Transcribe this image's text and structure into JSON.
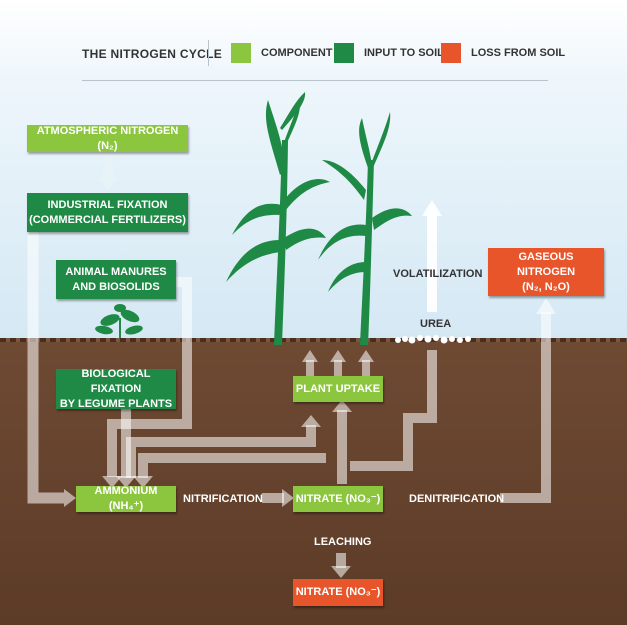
{
  "legend": {
    "title": "THE NITROGEN CYCLE",
    "component": "COMPONENT",
    "input": "INPUT TO SOIL",
    "loss": "LOSS FROM SOIL",
    "colors": {
      "component": "#8cc63f",
      "input": "#1f8a45",
      "loss": "#e8552a"
    }
  },
  "boxes": {
    "atmospheric": "ATMOSPHERIC NITROGEN (N₂)",
    "industrial_1": "INDUSTRIAL FIXATION",
    "industrial_2": "(COMMERCIAL FERTILIZERS)",
    "manures_1": "ANIMAL MANURES",
    "manures_2": "AND BIOSOLIDS",
    "biological_1": "BIOLOGICAL FIXATION",
    "biological_2": "BY LEGUME PLANTS",
    "plant_uptake": "PLANT UPTAKE",
    "ammonium": "AMMONIUM (NH₄⁺)",
    "nitrate": "NITRATE (NO₃⁻)",
    "nitrate_leached": "NITRATE (NO₃⁻)",
    "gaseous_1": "GASEOUS NITROGEN",
    "gaseous_2": "(N₂, N₂O)"
  },
  "labels": {
    "volatilization": "VOLATILIZATION",
    "urea": "UREA",
    "nitrification": "NITRIFICATION",
    "denitrification": "DENITRIFICATION",
    "leaching": "LEACHING"
  }
}
